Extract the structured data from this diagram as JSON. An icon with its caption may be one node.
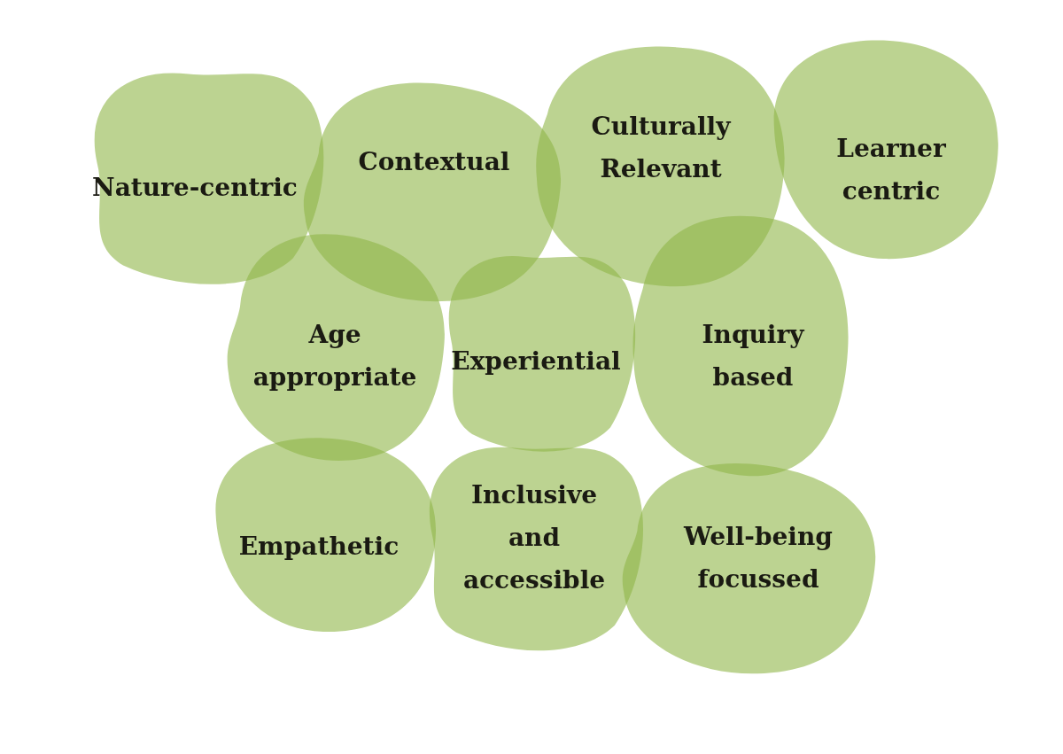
{
  "diagram": {
    "nodes": [
      {
        "text": [
          "Nature-centric"
        ]
      },
      {
        "text": [
          "Contextual"
        ]
      },
      {
        "text": [
          "Culturally Relevant"
        ]
      },
      {
        "text": [
          "Learner centric"
        ]
      },
      {
        "text": [
          "Age appropriate"
        ]
      },
      {
        "text": [
          "Experiential"
        ]
      },
      {
        "text": [
          "Inquiry based"
        ]
      },
      {
        "text": [
          "Empathetic"
        ]
      },
      {
        "text": [
          "Inclusive and accessible"
        ]
      },
      {
        "text": [
          "Well-being focussed"
        ]
      }
    ]
  }
}
